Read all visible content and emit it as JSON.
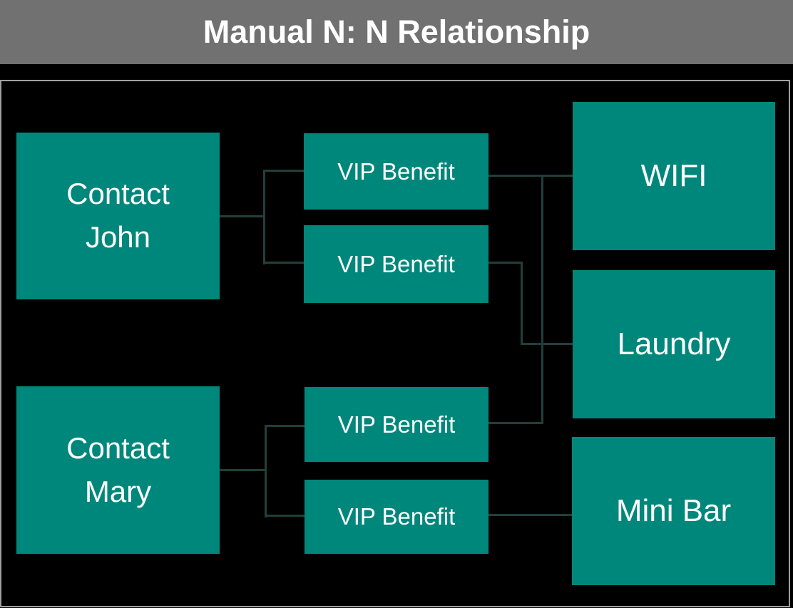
{
  "title": "Manual N: N Relationship",
  "colors": {
    "title_bar": "#717171",
    "background": "#000000",
    "box_fill": "#00877B",
    "connector_line": "#223F3A",
    "frame_border": "#a0a0a0",
    "text": "#ffffff"
  },
  "nodes": {
    "contact_john": "Contact John",
    "contact_mary": "Contact Mary",
    "vip_benefit_1": "VIP Benefit",
    "vip_benefit_2": "VIP Benefit",
    "vip_benefit_3": "VIP Benefit",
    "vip_benefit_4": "VIP Benefit",
    "wifi": "WIFI",
    "laundry": "Laundry",
    "mini_bar": "Mini Bar"
  },
  "connections": [
    {
      "contact": "Contact John",
      "via": "VIP Benefit",
      "benefit": "WIFI"
    },
    {
      "contact": "Contact John",
      "via": "VIP Benefit",
      "benefit": "Laundry"
    },
    {
      "contact": "Contact Mary",
      "via": "VIP Benefit",
      "benefit": "WIFI"
    },
    {
      "contact": "Contact Mary",
      "via": "VIP Benefit",
      "benefit": "Mini Bar"
    }
  ]
}
